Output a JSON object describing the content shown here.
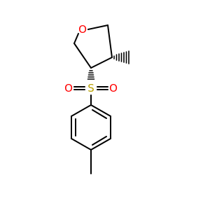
{
  "molecule": {
    "atoms": {
      "oxygen_ring": "O",
      "sulfur": "S",
      "oxygen_sulfonyl_left": "O",
      "oxygen_sulfonyl_right": "O"
    }
  },
  "colors": {
    "bond": "#000000",
    "oxygen": "#ff0000",
    "sulfur": "#b8a000",
    "background": "#ffffff"
  }
}
